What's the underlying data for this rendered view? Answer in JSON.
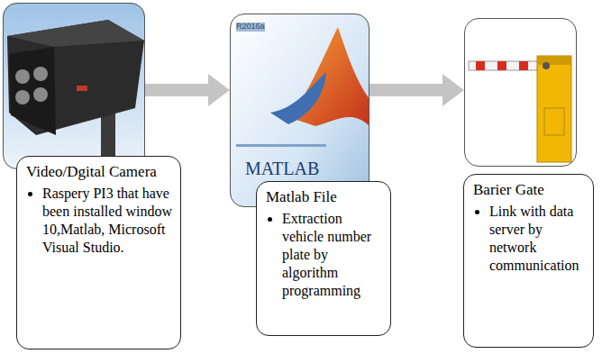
{
  "diagram": {
    "nodes": [
      {
        "text": [
          "Video/Dgital Camera",
          "Raspery PI3 that have been installed window 10,Matlab, Microsoft Visual Studio."
        ]
      },
      {
        "text": [
          "Matlab File",
          "Extraction vehicle number plate by algorithm programming"
        ]
      },
      {
        "text": [
          "Barier Gate",
          "Link with data server by network communication"
        ]
      }
    ],
    "edges": [
      {
        "from": 0,
        "to": 1,
        "arrow": "to"
      },
      {
        "from": 1,
        "to": 2,
        "arrow": "to"
      }
    ],
    "labels": [
      "R2016a",
      "MATLAB"
    ]
  }
}
